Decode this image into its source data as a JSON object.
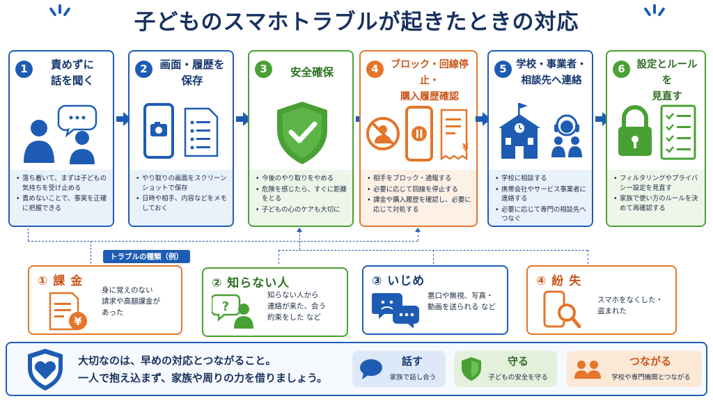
{
  "title": "子どものスマホトラブルが起きたときの対応",
  "steps": [
    {
      "num": "1",
      "title_l1": "責めずに",
      "title_l2": "話を聞く",
      "bullets": [
        "落ち着いて、まずは子どもの気持ちを受け止める",
        "責めないことで、事実を正確に把握できる"
      ]
    },
    {
      "num": "2",
      "title_l1": "画面・履歴を",
      "title_l2": "保存",
      "bullets": [
        "やり取りの画面をスクリーンショットで保存",
        "日時や相手、内容などをメモしておく"
      ]
    },
    {
      "num": "3",
      "title_l1": "安全確保",
      "title_l2": "",
      "bullets": [
        "今後のやり取りをやめる",
        "危険を感じたら、すぐに距離をとる",
        "子どもの心のケアも大切に"
      ]
    },
    {
      "num": "4",
      "title_l1": "ブロック・回線停止・",
      "title_l2": "購入履歴確認",
      "bullets": [
        "相手をブロック・通報する",
        "必要に応じて回線を停止する",
        "課金や購入履歴を確認し、必要に応じて対処する"
      ]
    },
    {
      "num": "5",
      "title_l1": "学校・事業者・",
      "title_l2": "相談先へ連絡",
      "bullets": [
        "学校に相談する",
        "携帯会社やサービス事業者に連絡する",
        "必要に応じて専門の相談先へつなぐ"
      ]
    },
    {
      "num": "6",
      "title_l1": "設定とルールを",
      "title_l2": "見直す",
      "bullets": [
        "フィルタリングやプライバシー設定を見直す",
        "家族で使い方のルールを決めて再確認する"
      ]
    }
  ],
  "trouble_tag": "トラブルの種類（例）",
  "troubles": [
    {
      "label": "① 課 金",
      "desc": [
        "身に覚えのない",
        "請求や高額課金が",
        "あった"
      ]
    },
    {
      "label": "② 知らない人",
      "desc": [
        "知らない人から",
        "連絡が来た、会う",
        "約束をした など"
      ]
    },
    {
      "label": "③ いじめ",
      "desc": [
        "悪口や無視、写真・",
        "動画を送られる など"
      ]
    },
    {
      "label": "④ 紛 失",
      "desc": [
        "スマホをなくした・",
        "盗まれた"
      ]
    }
  ],
  "icon_text": {
    "yen": "¥"
  },
  "banner": {
    "line1": "大切なのは、早めの対応とつながること。",
    "line2": "一人で抱え込まず、家族や周りの力を借りましょう。",
    "pills": [
      {
        "label": "話す",
        "sub": "家族で話し合う"
      },
      {
        "label": "守る",
        "sub": "子どもの安全を守る"
      },
      {
        "label": "つながる",
        "sub": "学校や専門機関とつながる"
      }
    ]
  },
  "colors": {
    "blue": "#1e5cb4",
    "green": "#49a035",
    "orange": "#e4752a",
    "navy": "#17315e"
  }
}
